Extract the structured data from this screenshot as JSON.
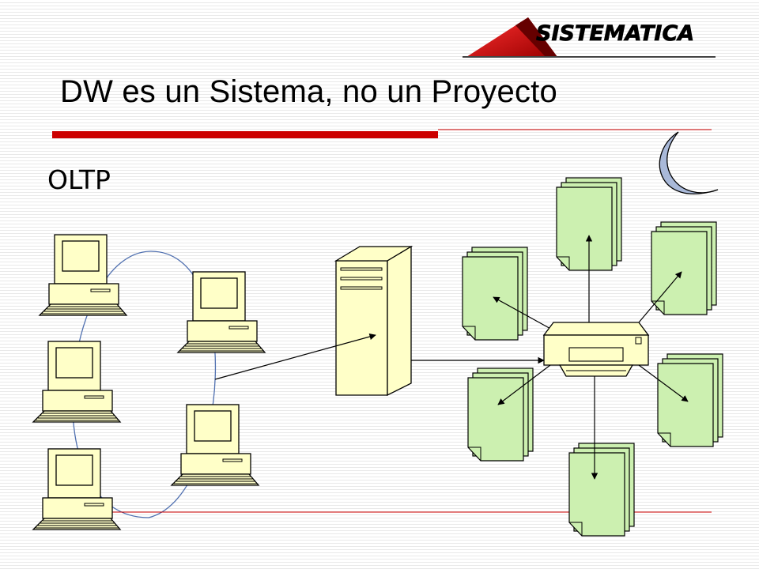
{
  "slide": {
    "title": "DW es un Sistema, no un Proyecto",
    "subtitle": "OLTP"
  },
  "logo": {
    "text": "SISTEMATICA"
  },
  "colors": {
    "accent_red": "#cc0000",
    "document_fill": "#ccf0b0",
    "terminal_fill": "#ffffc8",
    "network_line": "#5070b0",
    "moon_fill": "#a9b9d9"
  },
  "icons": [
    "logo-mark-icon",
    "moon-icon",
    "computer-terminal-icon",
    "server-tower-icon",
    "printer-icon",
    "document-stack-icon"
  ]
}
